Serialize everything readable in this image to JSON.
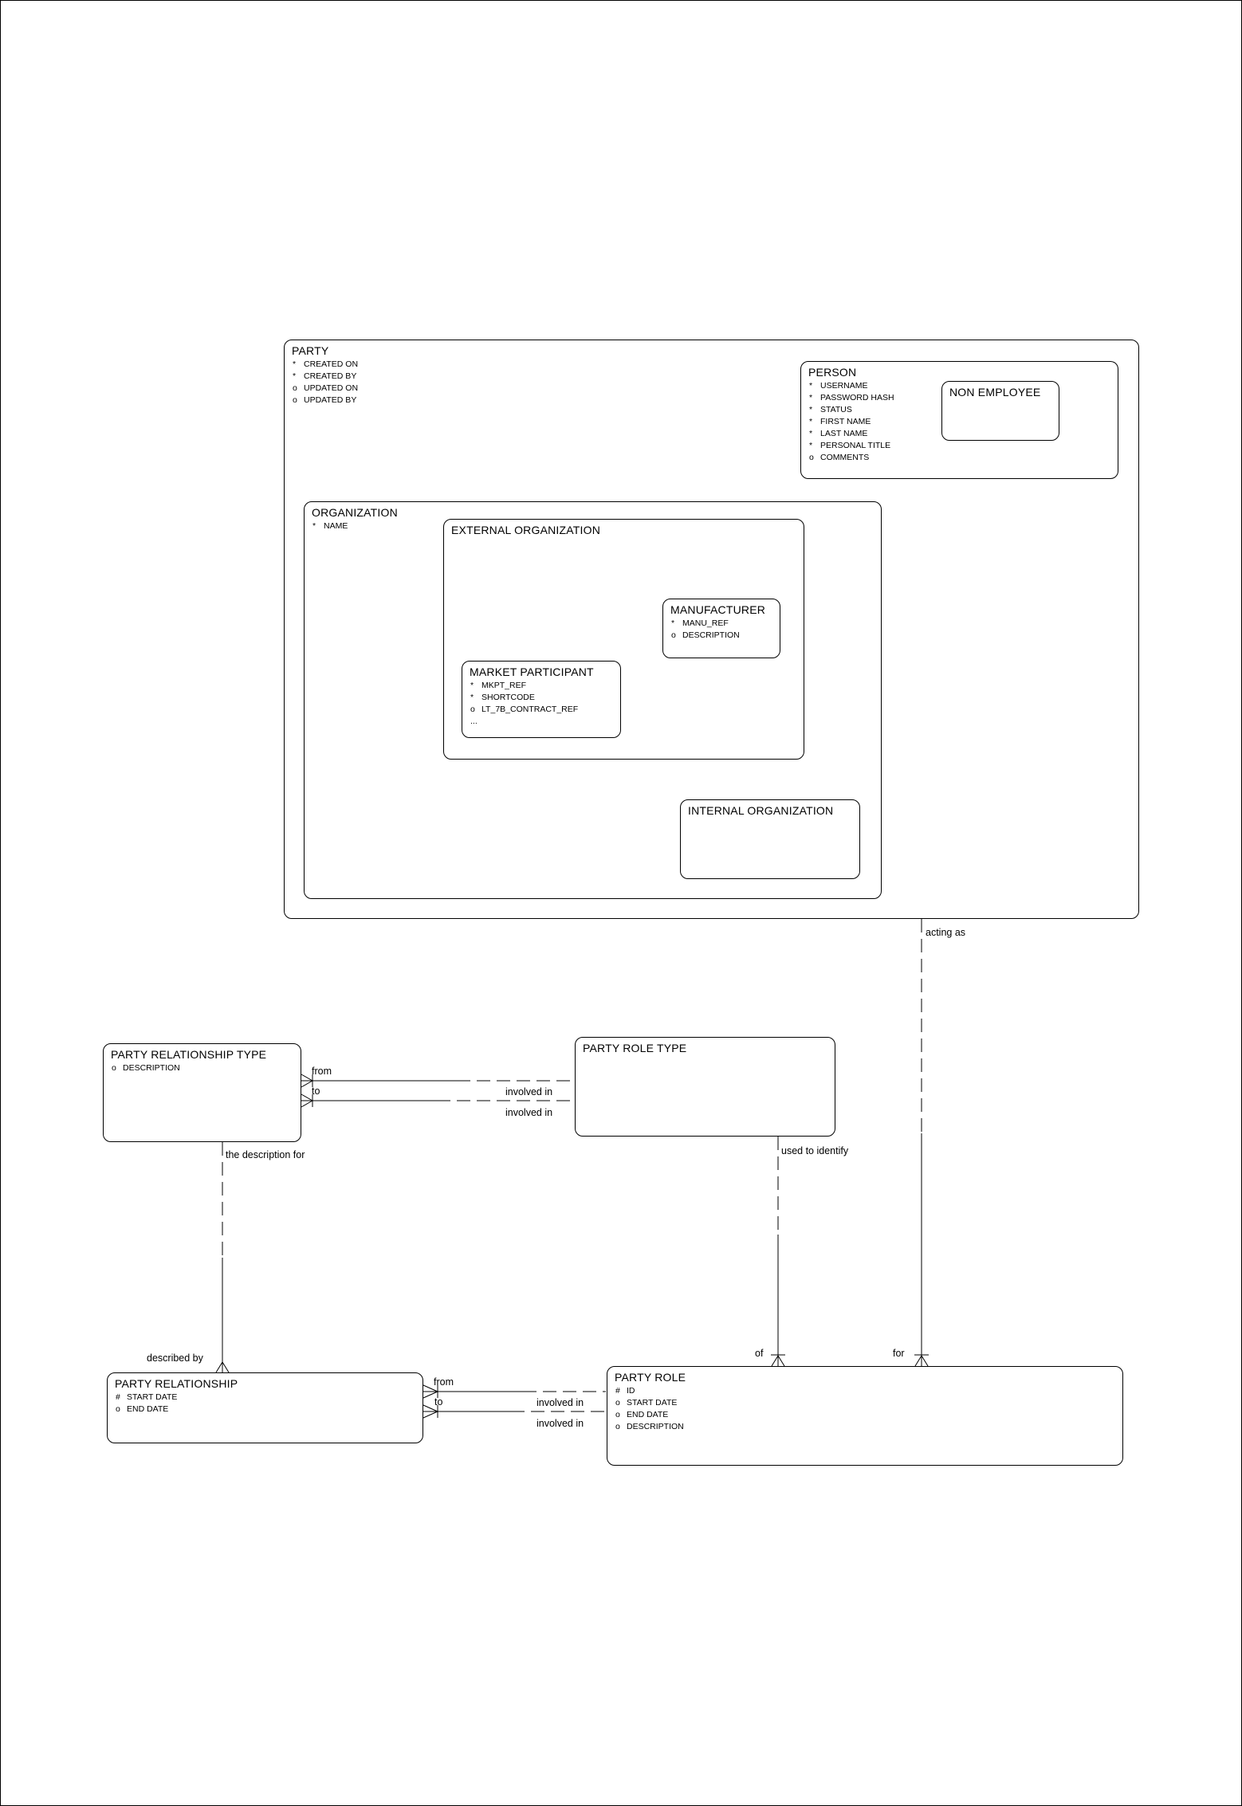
{
  "colors": {
    "line": "#000000",
    "background": "#ffffff"
  },
  "entities": {
    "party": {
      "title": "PARTY",
      "attributes": [
        {
          "marker": "*",
          "name": "CREATED ON"
        },
        {
          "marker": "*",
          "name": "CREATED BY"
        },
        {
          "marker": "o",
          "name": "UPDATED ON"
        },
        {
          "marker": "o",
          "name": "UPDATED BY"
        }
      ]
    },
    "person": {
      "title": "PERSON",
      "attributes": [
        {
          "marker": "*",
          "name": "USERNAME"
        },
        {
          "marker": "*",
          "name": "PASSWORD HASH"
        },
        {
          "marker": "*",
          "name": "STATUS"
        },
        {
          "marker": "*",
          "name": "FIRST NAME"
        },
        {
          "marker": "*",
          "name": "LAST NAME"
        },
        {
          "marker": "*",
          "name": "PERSONAL TITLE"
        },
        {
          "marker": "o",
          "name": "COMMENTS"
        }
      ]
    },
    "non_employee": {
      "title": "NON EMPLOYEE",
      "attributes": []
    },
    "organization": {
      "title": "ORGANIZATION",
      "attributes": [
        {
          "marker": "*",
          "name": "NAME"
        }
      ]
    },
    "external_organization": {
      "title": "EXTERNAL ORGANIZATION",
      "attributes": []
    },
    "manufacturer": {
      "title": "MANUFACTURER",
      "attributes": [
        {
          "marker": "*",
          "name": "MANU_REF"
        },
        {
          "marker": "o",
          "name": "DESCRIPTION"
        }
      ]
    },
    "market_participant": {
      "title": "MARKET PARTICIPANT",
      "attributes": [
        {
          "marker": "*",
          "name": "MKPT_REF"
        },
        {
          "marker": "*",
          "name": "SHORTCODE"
        },
        {
          "marker": "o",
          "name": "LT_7B_CONTRACT_REF"
        },
        {
          "marker": "...",
          "name": ""
        }
      ]
    },
    "internal_organization": {
      "title": "INTERNAL ORGANIZATION",
      "attributes": []
    },
    "party_relationship_type": {
      "title": "PARTY RELATIONSHIP TYPE",
      "attributes": [
        {
          "marker": "o",
          "name": "DESCRIPTION"
        }
      ]
    },
    "party_role_type": {
      "title": "PARTY ROLE TYPE",
      "attributes": []
    },
    "party_relationship": {
      "title": "PARTY RELATIONSHIP",
      "attributes": [
        {
          "marker": "#",
          "name": "START DATE"
        },
        {
          "marker": "o",
          "name": "END DATE"
        }
      ]
    },
    "party_role": {
      "title": "PARTY ROLE",
      "attributes": [
        {
          "marker": "#",
          "name": "ID"
        },
        {
          "marker": "o",
          "name": "START DATE"
        },
        {
          "marker": "o",
          "name": "END DATE"
        },
        {
          "marker": "o",
          "name": "DESCRIPTION"
        }
      ]
    }
  },
  "relationships": {
    "acting_as": "acting as",
    "for_label": "for",
    "used_to_identify": "used to identify",
    "of_label": "of",
    "the_description_for": "the description for",
    "described_by": "described by",
    "type_from": "from",
    "type_to": "to",
    "type_involved_in_1": "involved in",
    "type_involved_in_2": "involved in",
    "rel_from": "from",
    "rel_to": "to",
    "rel_involved_in_1": "involved in",
    "rel_involved_in_2": "involved in"
  }
}
